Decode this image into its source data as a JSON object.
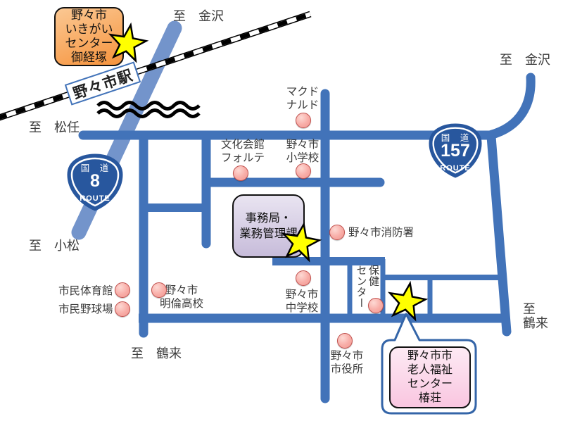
{
  "colors": {
    "road": "#4273B9",
    "road_light": "#7394CB",
    "badge_blue": "#28579E",
    "star_yellow": "#FFFF00",
    "circle_fill": "#F8ACA6",
    "circle_border": "#C0504D",
    "callout_border": "#3465A8"
  },
  "station": {
    "name": "野々市駅"
  },
  "boxes": {
    "ikigai": {
      "text": "野々市\nいきがい\nセンター\n御経塚"
    },
    "jimukyoku": {
      "text": "事務局・\n業務管理課"
    },
    "tsubakisou": {
      "text": "野々市市\n老人福祉\nセンター\n椿荘"
    }
  },
  "badges": {
    "route8": {
      "top": "国　道",
      "number": "8",
      "bottom": "ROUTE"
    },
    "route157": {
      "top": "国　道",
      "number": "157",
      "bottom": "ROUTE"
    }
  },
  "directions": {
    "kanazawa_top": "至　金沢",
    "kanazawa_right": "至　金沢",
    "matto": "至　松任",
    "komatsu": "至　小松",
    "tsurugi_bottom": "至　鶴来",
    "tsurugi_right": "至\n鶴来"
  },
  "pois": {
    "mcdonalds": {
      "label": "マクド\nナルド"
    },
    "bunkakaikan": {
      "label": "文化会館\nフォルテ"
    },
    "shougakkou": {
      "label": "野々市\n小学校"
    },
    "shoubousho": {
      "label": "野々市消防署"
    },
    "hoken_center": {
      "label": "保健\nセンター"
    },
    "chuugakkou": {
      "label": "野々市\n中学校"
    },
    "taiikukan": {
      "label": "市民体育館"
    },
    "yakyuujou": {
      "label": "市民野球場"
    },
    "meirin": {
      "label": "野々市\n明倫高校"
    },
    "shiyakusho": {
      "label": "野々市\n市役所"
    }
  }
}
